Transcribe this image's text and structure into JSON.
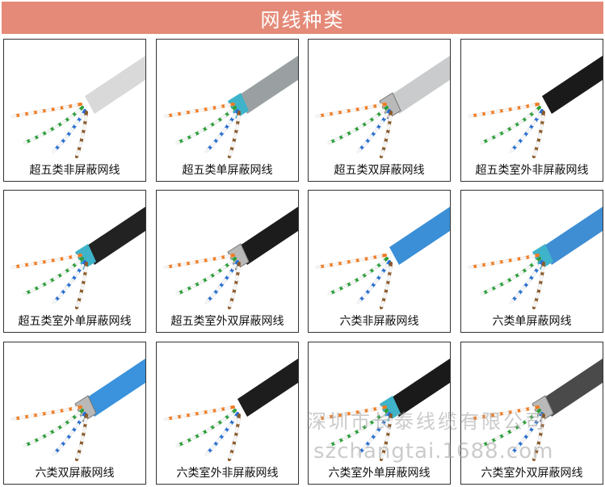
{
  "banner": {
    "title": "网线种类",
    "color": "#e58a78"
  },
  "cables": [
    {
      "label": "超五类非屏蔽网线",
      "jacket": "#d9d9d9",
      "shield": "none"
    },
    {
      "label": "超五类单屏蔽网线",
      "jacket": "#9aa0a2",
      "shield": "foil"
    },
    {
      "label": "超五类双屏蔽网线",
      "jacket": "#c9cbcc",
      "shield": "braid"
    },
    {
      "label": "超五类室外非屏蔽网线",
      "jacket": "#1a1a1a",
      "shield": "none"
    },
    {
      "label": "超五类室外单屏蔽网线",
      "jacket": "#222222",
      "shield": "foil"
    },
    {
      "label": "超五类室外双屏蔽网线",
      "jacket": "#1c1c1c",
      "shield": "braid"
    },
    {
      "label": "六类非屏蔽网线",
      "jacket": "#3b8fd6",
      "shield": "none"
    },
    {
      "label": "六类单屏蔽网线",
      "jacket": "#3f8ed4",
      "shield": "foil"
    },
    {
      "label": "六类双屏蔽网线",
      "jacket": "#3a93dc",
      "shield": "braid"
    },
    {
      "label": "六类室外非屏蔽网线",
      "jacket": "#1d1d1d",
      "shield": "none"
    },
    {
      "label": "六类室外单屏蔽网线",
      "jacket": "#1a1a1a",
      "shield": "foil"
    },
    {
      "label": "六类室外双屏蔽网线",
      "jacket": "#4a4a4a",
      "shield": "braid"
    }
  ],
  "watermark": {
    "line1": "深圳市长泰线缆有限公司",
    "line2": "szchangtai.1688.com"
  },
  "wire_colors": [
    "#f07b22",
    "#2f9e3c",
    "#2a6fd0",
    "#8a5a2b"
  ]
}
